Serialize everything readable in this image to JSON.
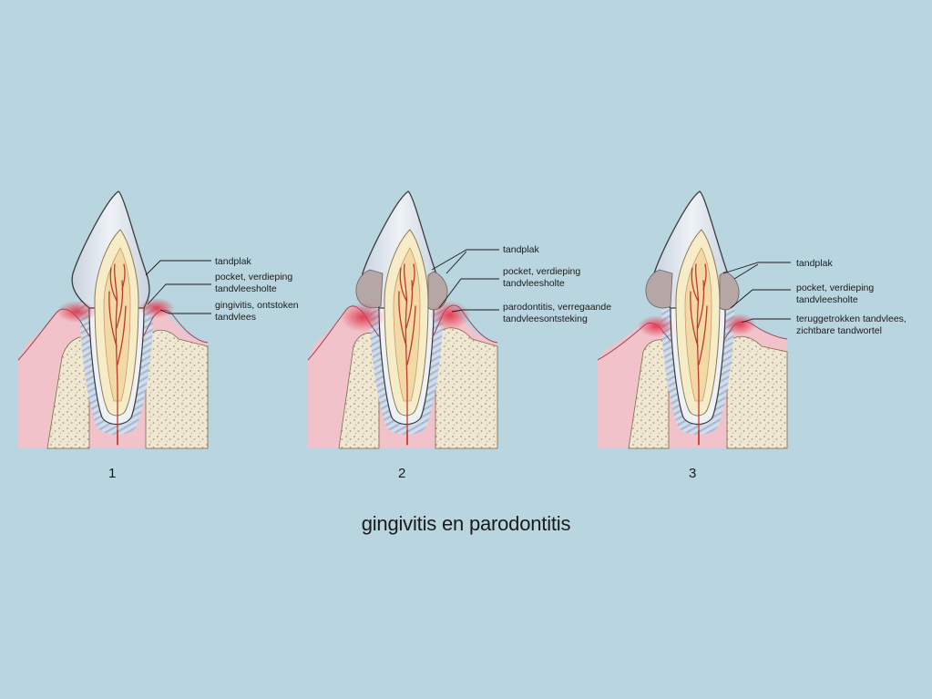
{
  "caption": "gingivitis en parodontitis",
  "panels": [
    {
      "number": "1",
      "labels": {
        "plaque": "tandplak",
        "pocket_1": "pocket, verdieping",
        "pocket_2": "tandvleesholte",
        "gum_1": "gingivitis, ontstoken",
        "gum_2": "tandvlees"
      }
    },
    {
      "number": "2",
      "labels": {
        "plaque": "tandplak",
        "pocket_1": "pocket, verdieping",
        "pocket_2": "tandvleesholte",
        "gum_1": "parodontitis, verregaande",
        "gum_2": "tandvleesontsteking"
      }
    },
    {
      "number": "3",
      "labels": {
        "plaque": "tandplak",
        "pocket_1": "pocket, verdieping",
        "pocket_2": "tandvleesholte",
        "gum_1": "teruggetrokken tandvlees,",
        "gum_2": "zichtbare tandwortel"
      }
    }
  ],
  "colors": {
    "background": "#b9d5df",
    "gum": "#f1c2c9",
    "inflamed_gum": "#e0394f",
    "bone": "#efe7d2",
    "enamel": "#dde4ec",
    "dentin": "#f6ecc8",
    "pulp": "#f2d9a6",
    "nerve": "#c0392b",
    "plaque": "#b5a7a5",
    "ligament": "#b9c9de"
  }
}
